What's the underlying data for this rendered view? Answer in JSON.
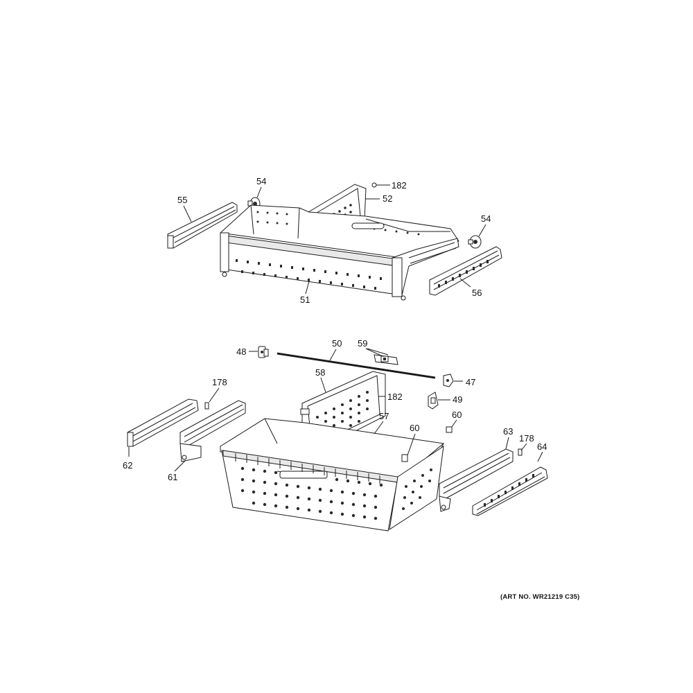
{
  "art_number": "(ART NO. WR21219 C35)",
  "callouts": {
    "p55": "55",
    "p54a": "54",
    "p182a": "182",
    "p52": "52",
    "p54b": "54",
    "p51": "51",
    "p56": "56",
    "p48": "48",
    "p50": "50",
    "p59": "59",
    "p47": "47",
    "p178a": "178",
    "p58": "58",
    "p182b": "182",
    "p49": "49",
    "p57": "57",
    "p60a": "60",
    "p60b": "60",
    "p63": "63",
    "p178b": "178",
    "p64": "64",
    "p62": "62",
    "p61": "61"
  }
}
